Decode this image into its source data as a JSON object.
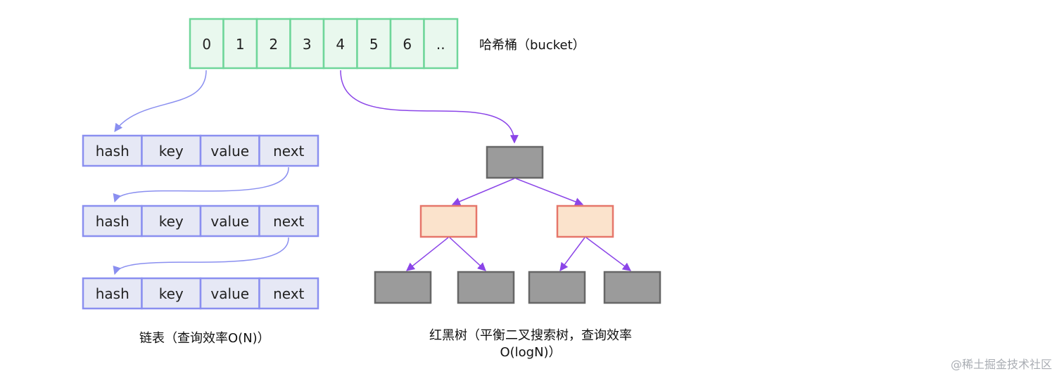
{
  "bucket": {
    "cells": [
      "0",
      "1",
      "2",
      "3",
      "4",
      "5",
      "6",
      ".."
    ],
    "label": "哈希桶（bucket）"
  },
  "linked_list": {
    "nodes": [
      {
        "fields": [
          "hash",
          "key",
          "value",
          "next"
        ]
      },
      {
        "fields": [
          "hash",
          "key",
          "value",
          "next"
        ]
      },
      {
        "fields": [
          "hash",
          "key",
          "value",
          "next"
        ]
      }
    ],
    "caption": "链表（查询效率O(N)）"
  },
  "red_black_tree": {
    "caption_line1": "红黑树（平衡二叉搜索树，查询效率",
    "caption_line2": "O(logN)）",
    "levels": [
      [
        "black"
      ],
      [
        "red",
        "red"
      ],
      [
        "black",
        "black",
        "black",
        "black"
      ]
    ]
  },
  "colors": {
    "bucket_fill": "#e9f8ee",
    "bucket_stroke": "#6fd69a",
    "list_fill": "#e6e8f5",
    "list_stroke": "#8a8ff0",
    "list_arrow": "#8a8ff0",
    "tree_arrow": "#8b45e8",
    "black_node_fill": "#9b9b9b",
    "black_node_stroke": "#676767",
    "red_node_fill": "#fbe3cc",
    "red_node_stroke": "#e6766a"
  },
  "watermark": "@稀土掘金技术社区"
}
